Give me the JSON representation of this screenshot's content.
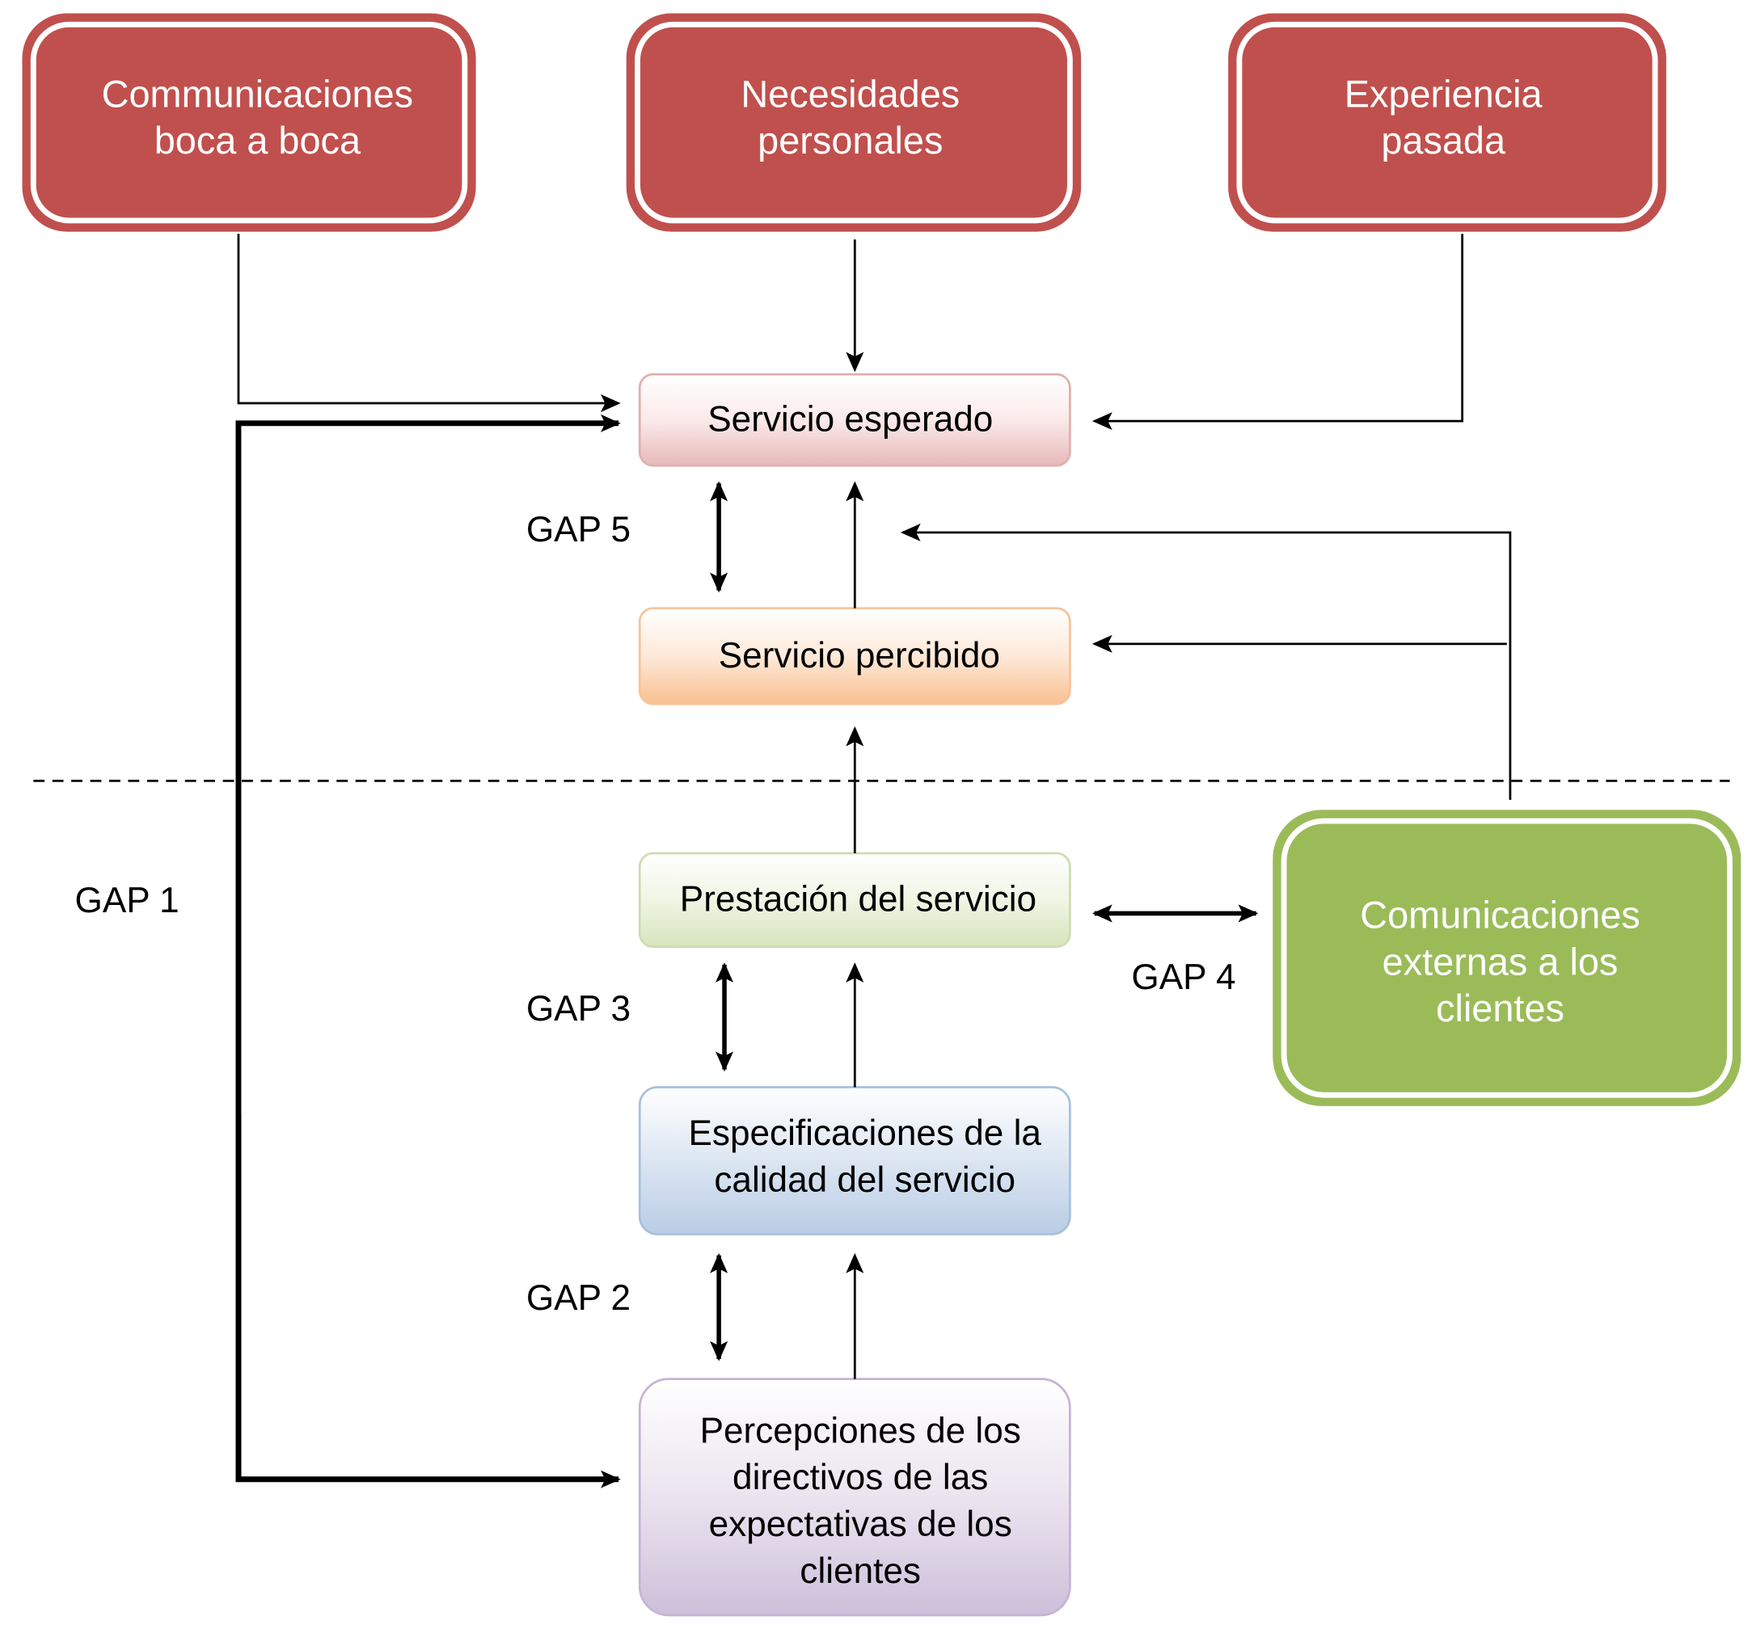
{
  "colors": {
    "red_box": "#c0504d",
    "green_box": "#9bbb59",
    "line": "#000000"
  },
  "sources": [
    {
      "lines": [
        "Communicaciones",
        "boca a boca"
      ]
    },
    {
      "lines": [
        "Necesidades",
        "personales"
      ]
    },
    {
      "lines": [
        "Experiencia",
        "pasada"
      ]
    }
  ],
  "boxes": {
    "expected": {
      "lines": [
        "Servicio esperado"
      ]
    },
    "perceived": {
      "lines": [
        "Servicio percibido"
      ]
    },
    "delivery": {
      "lines": [
        "Prestación del servicio"
      ]
    },
    "specs": {
      "lines": [
        "Especificaciones de la",
        "calidad del servicio"
      ]
    },
    "management": {
      "lines": [
        "Percepciones de los",
        "directivos de las",
        "expectativas de los",
        "clientes"
      ]
    },
    "external": {
      "lines": [
        "Comunicaciones",
        "externas a los",
        "clientes"
      ]
    }
  },
  "gaps": {
    "gap1": "GAP 1",
    "gap2": "GAP 2",
    "gap3": "GAP 3",
    "gap4": "GAP 4",
    "gap5": "GAP 5"
  }
}
